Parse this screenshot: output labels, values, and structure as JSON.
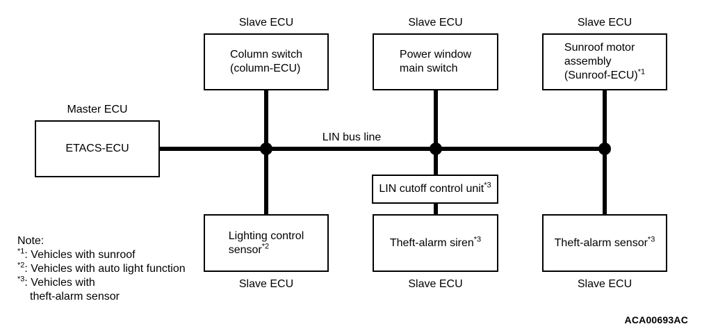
{
  "diagram": {
    "figure_code": "ACA00693AC",
    "bus": {
      "label": "LIN bus line"
    },
    "colors": {
      "line": "#000000",
      "background": "#ffffff",
      "text": "#000000"
    },
    "master": {
      "role_label": "Master ECU",
      "name": "ETACS-ECU"
    },
    "top_slaves": [
      {
        "role_label": "Slave ECU",
        "line1": "Column switch",
        "line2": "(column-ECU)"
      },
      {
        "role_label": "Slave ECU",
        "line1": "Power window",
        "line2": "main switch"
      },
      {
        "role_label": "Slave ECU",
        "line1": "Sunroof motor",
        "line2": "assembly",
        "line3": "(Sunroof-ECU)",
        "sup": "*1"
      }
    ],
    "cutoff_unit": {
      "label": "LIN cutoff control unit",
      "sup": "*3"
    },
    "bottom_slaves": [
      {
        "role_label": "Slave ECU",
        "line1": "Lighting control",
        "line2": "sensor",
        "sup": "*2"
      },
      {
        "role_label": "Slave ECU",
        "line1": "Theft-alarm siren",
        "sup": "*3"
      },
      {
        "role_label": "Slave ECU",
        "line1": "Theft-alarm sensor",
        "sup": "*3"
      }
    ],
    "note": {
      "title": "Note:",
      "items": [
        {
          "sup": "*1",
          "text": ": Vehicles with sunroof"
        },
        {
          "sup": "*2",
          "text": ": Vehicles with auto light function"
        },
        {
          "sup": "*3",
          "text": ": Vehicles with",
          "text2": "theft-alarm sensor"
        }
      ]
    }
  }
}
